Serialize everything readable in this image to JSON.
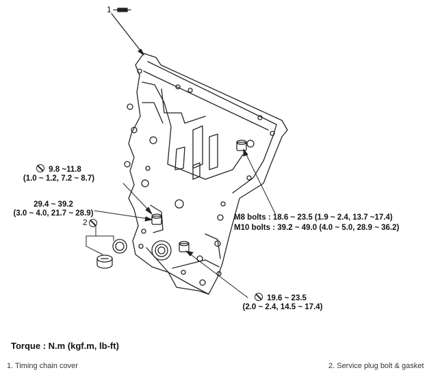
{
  "callouts": {
    "item1": "1",
    "item2": "2"
  },
  "torques": {
    "t1_line1": "9.8 ~11.8",
    "t1_line2": "(1.0 ~ 1.2, 7.2 ~ 8.7)",
    "t2_line1": "29.4 ~ 39.2",
    "t2_line2": "(3.0 ~ 4.0, 21.7 ~ 28.9)",
    "t3_line1": "19.6 ~ 23.5",
    "t3_line2": "(2.0 ~ 2.4, 14.5 ~ 17.4)",
    "m8": "M8 bolts : 18.6 ~ 23.5 (1.9 ~ 2.4, 13.7 ~17.4)",
    "m10": "M10 bolts : 39.2 ~ 49.0 (4.0 ~ 5.0, 28.9 ~ 36.2)"
  },
  "torque_title": "Torque : N.m (kgf.m, lb-ft)",
  "legend": {
    "item1": "1. Timing chain cover",
    "item2": "2. Service plug bolt & gasket"
  },
  "icons": [
    "no-reuse-icon"
  ],
  "colors": {
    "line": "#222222"
  }
}
